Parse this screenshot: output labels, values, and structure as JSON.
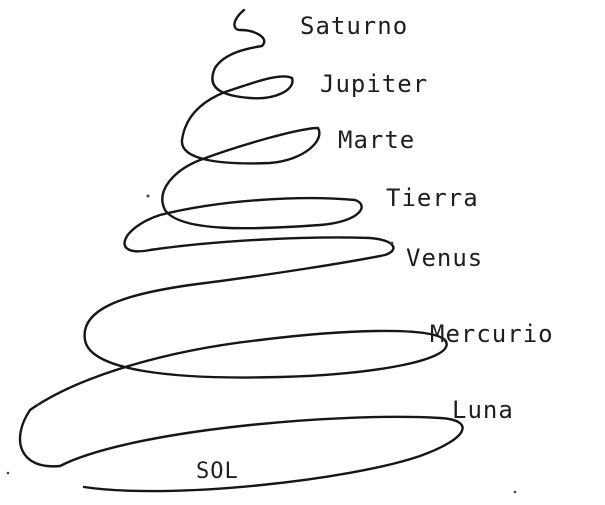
{
  "diagram": {
    "labels": {
      "saturno": "Saturno",
      "jupiter": "Jupiter",
      "marte": "Marte",
      "tierra": "Tierra",
      "venus": "Venus",
      "mercurio": "Mercurio",
      "luna": "Luna",
      "sol": "SOL"
    }
  }
}
